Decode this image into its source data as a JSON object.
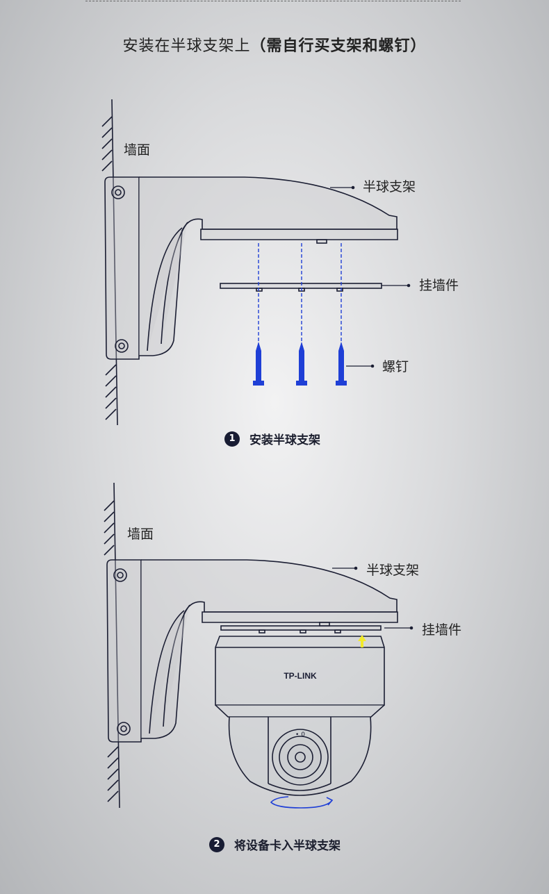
{
  "title": {
    "main": "安装在半球支架上",
    "paren": "（需自行买支架和螺钉）"
  },
  "labels": {
    "wall": "墙面",
    "bracket": "半球支架",
    "plate": "挂墙件",
    "screw": "螺钉"
  },
  "steps": [
    {
      "num": "1",
      "text": "安装半球支架"
    },
    {
      "num": "2",
      "text": "将设备卡入半球支架"
    }
  ],
  "camera": {
    "logo": "TP-LINK",
    "lens_mark": "• 0"
  },
  "colors": {
    "line": "#1b1e33",
    "screw": "#1f3fd6",
    "arrow": "#f2ea2a",
    "rotate": "#1f3fd6"
  }
}
